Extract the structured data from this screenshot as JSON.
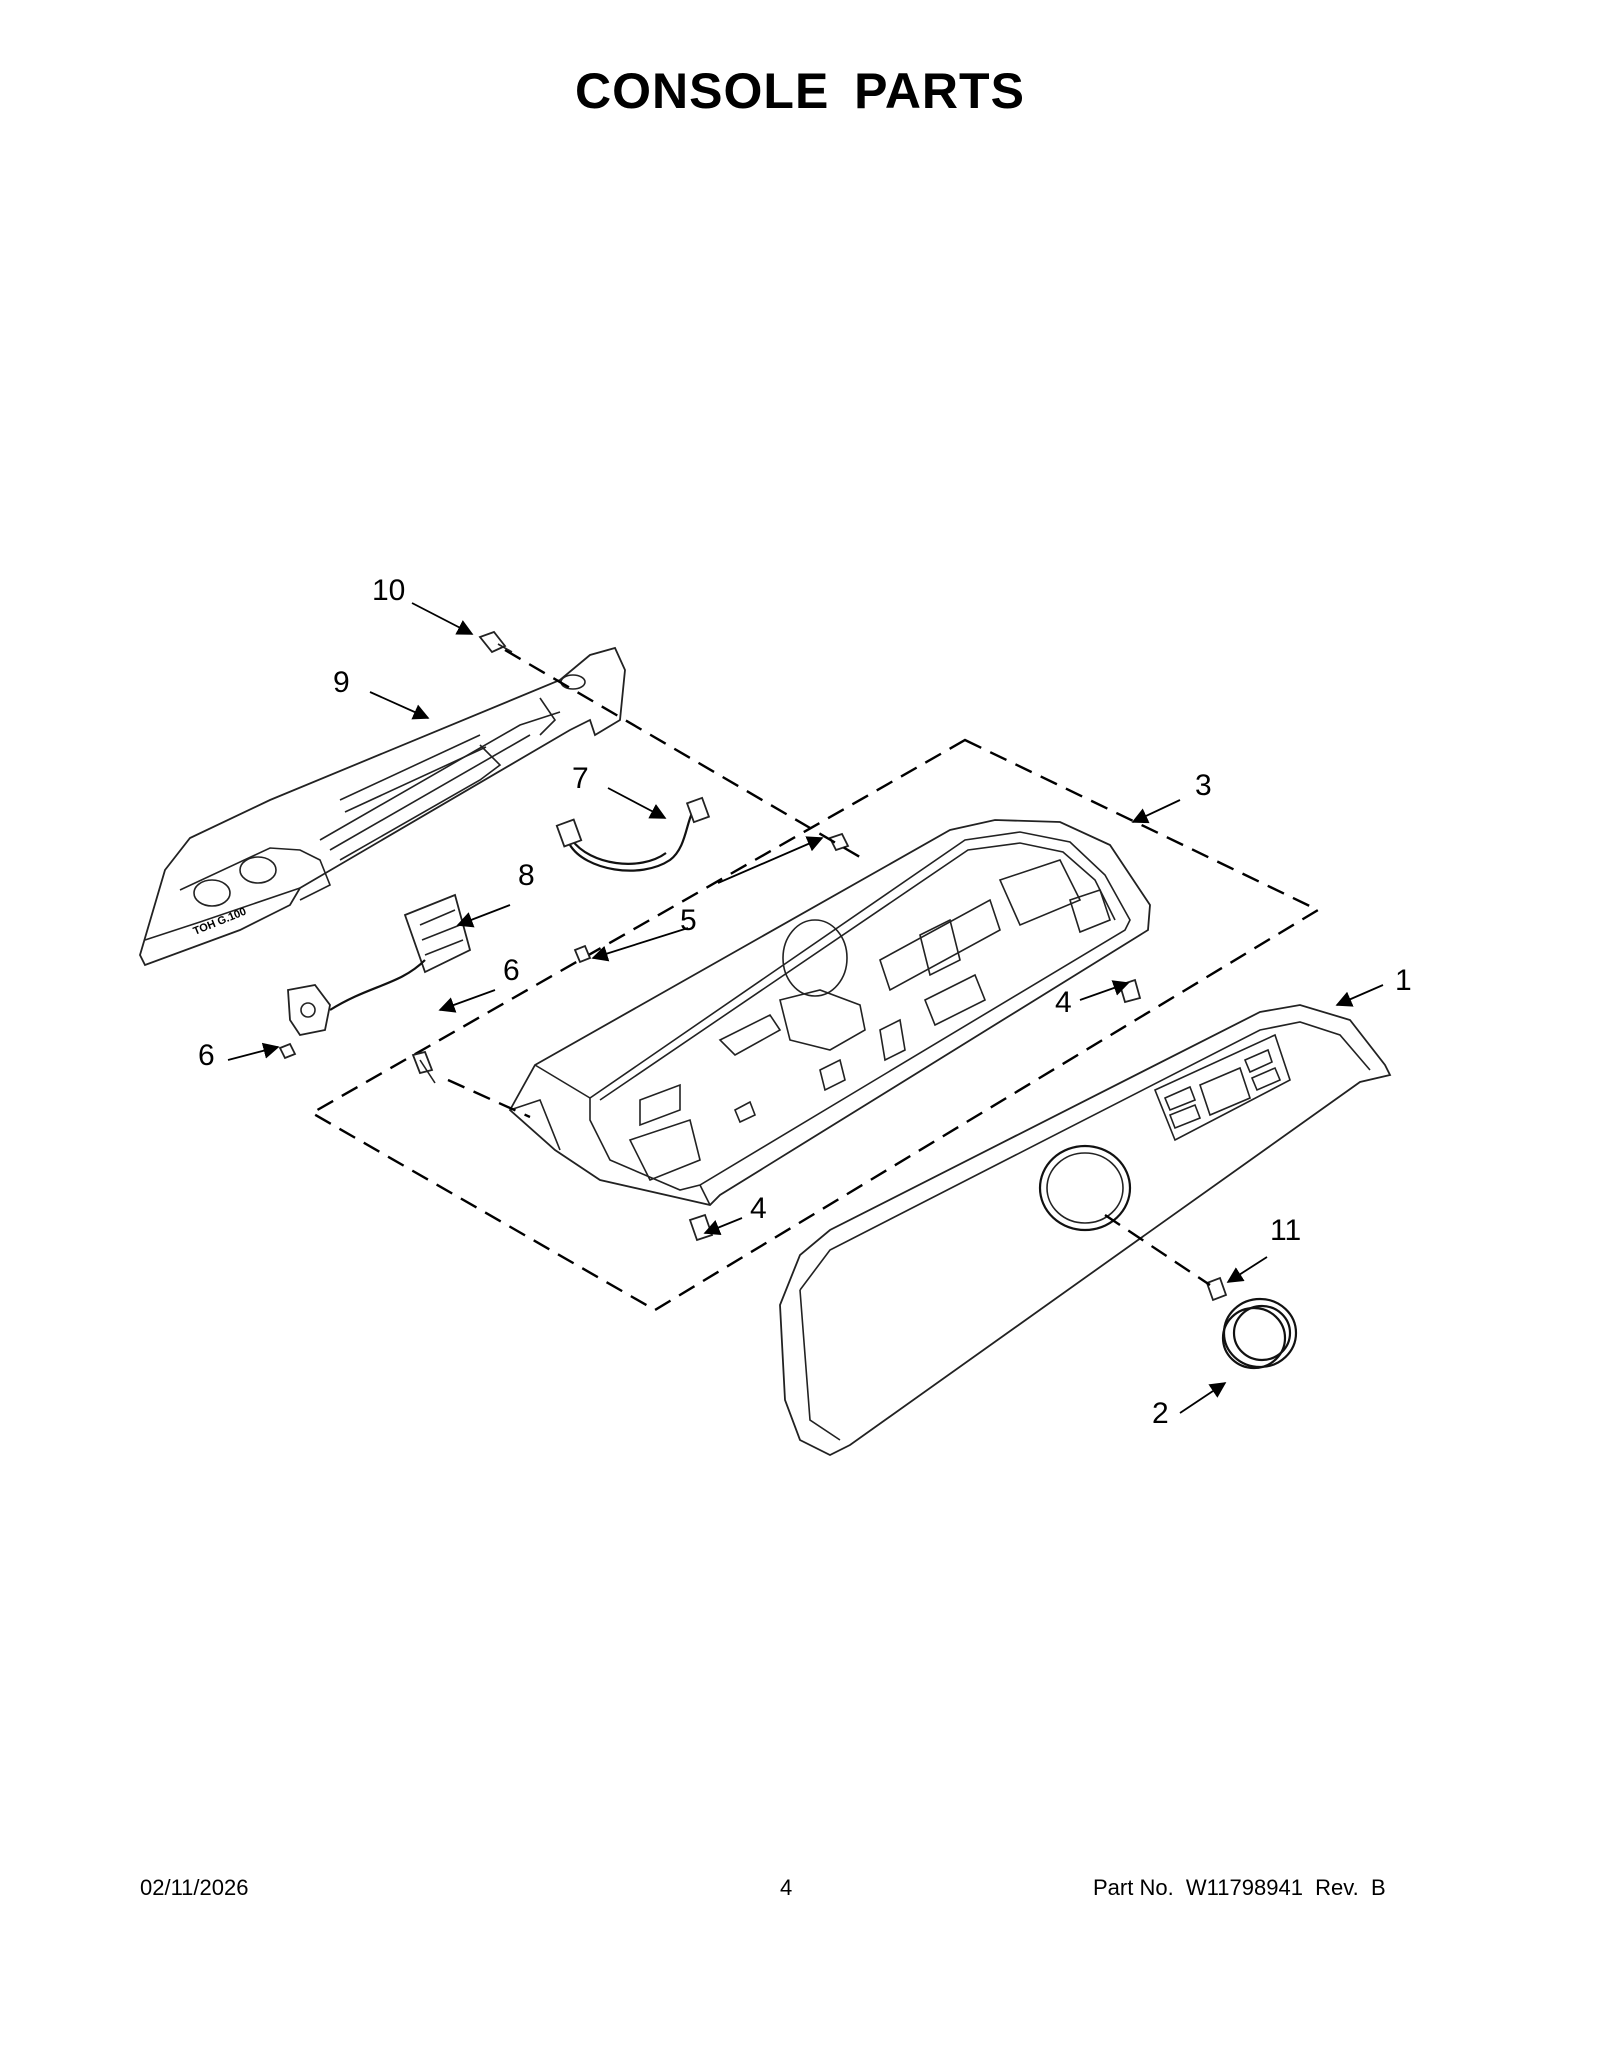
{
  "title": "CONSOLE PARTS",
  "footer": {
    "date": "02/11/2026",
    "page": "4",
    "part_number": "Part No.  W11798941  Rev.  B"
  },
  "callouts": {
    "c1": "1",
    "c2": "2",
    "c3": "3",
    "c4a": "4",
    "c4b": "4",
    "c5": "5",
    "c6a": "6",
    "c6b": "6",
    "c7": "7",
    "c8": "8",
    "c9": "9",
    "c10": "10",
    "c11": "11"
  }
}
